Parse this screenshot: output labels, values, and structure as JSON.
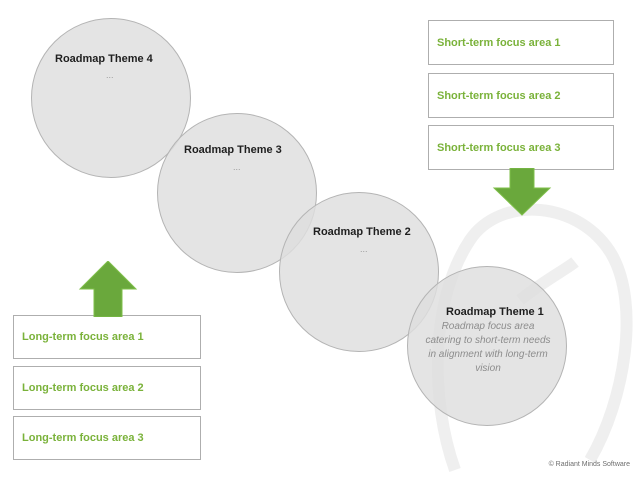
{
  "themes": [
    {
      "title": "Roadmap Theme 4",
      "dots": "...",
      "description": ""
    },
    {
      "title": "Roadmap Theme 3",
      "dots": "...",
      "description": ""
    },
    {
      "title": "Roadmap Theme 2",
      "dots": "...",
      "description": ""
    },
    {
      "title": "Roadmap Theme 1",
      "dots": "",
      "description": "Roadmap focus area catering to short-term needs in alignment with long-term vision"
    }
  ],
  "short_term": [
    "Short-term focus area 1",
    "Short-term focus area 2",
    "Short-term focus area 3"
  ],
  "long_term": [
    "Long-term focus area 1",
    "Long-term focus area 2",
    "Long-term focus area 3"
  ],
  "copyright": "© Radiant Minds Software",
  "colors": {
    "accent_green": "#7ab23a",
    "arrow_green": "#6aa83c",
    "circle_fill": "#dedede"
  },
  "icons": {
    "up_arrow": "up-arrow-icon",
    "down_arrow": "down-arrow-icon",
    "watermark": "leaf-watermark"
  }
}
